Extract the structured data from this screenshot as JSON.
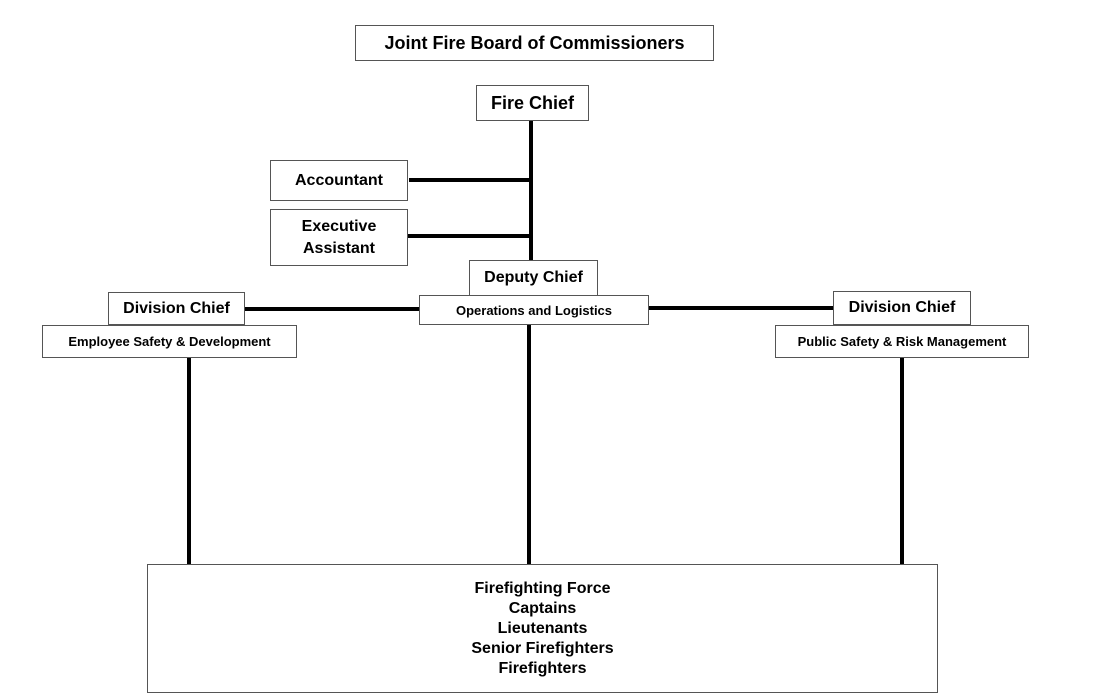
{
  "org_chart": {
    "board": "Joint Fire Board of Commissioners",
    "fire_chief": "Fire Chief",
    "accountant": "Accountant",
    "executive_assistant": [
      "Executive",
      "Assistant"
    ],
    "deputy_chief": {
      "title": "Deputy Chief",
      "unit": "Operations and Logistics"
    },
    "division_chief_left": {
      "title": "Division Chief",
      "unit": "Employee Safety & Development"
    },
    "division_chief_right": {
      "title": "Division Chief",
      "unit": "Public Safety & Risk Management"
    },
    "firefighting_force": [
      "Firefighting Force",
      "Captains",
      "Lieutenants",
      "Senior Firefighters",
      "Firefighters"
    ]
  }
}
